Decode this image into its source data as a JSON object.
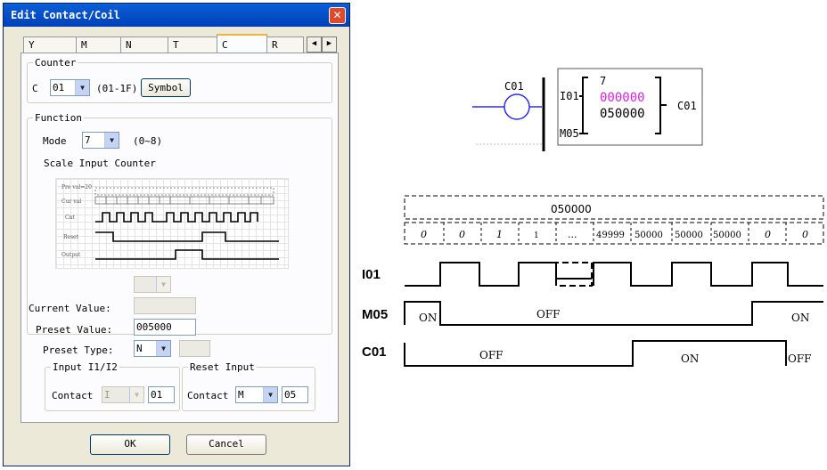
{
  "dialog": {
    "title": "Edit Contact/Coil",
    "close": "✕",
    "tabs": [
      "Y",
      "M",
      "N",
      "T",
      "C",
      "R"
    ],
    "active_tab": "C",
    "tab_left": "◀",
    "tab_right": "▶",
    "counter": {
      "legend": "Counter",
      "prefix": "C",
      "value": "01",
      "range": "(01-1F)",
      "symbol_btn": "Symbol"
    },
    "function": {
      "legend": "Function",
      "mode_label": "Mode",
      "mode_value": "7",
      "mode_range": "(0~8)",
      "description": "Scale Input Counter",
      "mini_labels": [
        "Pre val=20",
        "Cur val",
        "Cnt",
        "Reset",
        "Output"
      ]
    },
    "current_value_label": "Current Value:",
    "current_value": "",
    "preset_value_label": "Preset Value:",
    "preset_value": "005000",
    "preset_type_label": "Preset Type:",
    "preset_type": "N",
    "input_group": {
      "legend": "Input I1/I2",
      "contact_label": "Contact",
      "type": "I",
      "num": "01"
    },
    "reset_group": {
      "legend": "Reset Input",
      "contact_label": "Contact",
      "type": "M",
      "num": "05"
    },
    "ok": "OK",
    "cancel": "Cancel"
  },
  "ladder": {
    "coil_label": "C01",
    "in1": "I01",
    "in2": "M05",
    "mode": "7",
    "current": "000000",
    "preset": "050000",
    "out": "C01",
    "current_color": "#e020e0"
  },
  "timing": {
    "preset_box": "050000",
    "values": [
      "0",
      "0",
      "1",
      "1",
      "...",
      "49999",
      "50000",
      "50000",
      "50000",
      "0",
      "0"
    ],
    "signals": [
      {
        "name": "I01"
      },
      {
        "name": "M05",
        "states": [
          "ON",
          "OFF",
          "ON"
        ]
      },
      {
        "name": "C01",
        "states": [
          "OFF",
          "ON",
          "OFF"
        ]
      }
    ]
  }
}
